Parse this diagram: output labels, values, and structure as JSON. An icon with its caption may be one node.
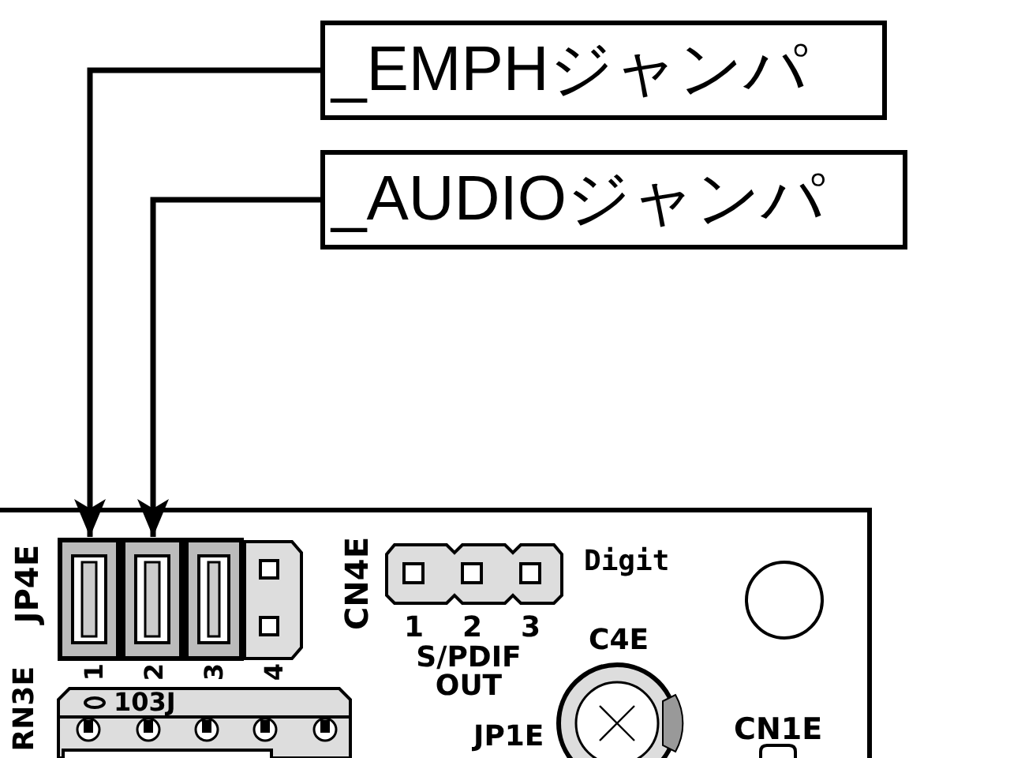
{
  "diagram": {
    "nodes": [
      {
        "text": [
          "_EMPHジャンパ"
        ]
      },
      {
        "text": [
          "_AUDIOジャンパ"
        ]
      },
      {
        "text": [],
        "shape": "box"
      },
      {
        "text": [],
        "shape": "box"
      },
      {
        "text": [],
        "shape": "box"
      }
    ],
    "edges": [
      {
        "from": 0,
        "to": 2,
        "arrow": "to"
      },
      {
        "from": 1,
        "to": 3,
        "arrow": "to"
      }
    ],
    "labels": [
      "JP4E",
      "1",
      "2",
      "3",
      "4",
      "CN4E",
      "Digit",
      "1",
      "2",
      "3",
      "S/PDIF OUT",
      "C4E",
      "RN3E",
      "103J",
      "JP1E",
      "CN1E"
    ]
  }
}
